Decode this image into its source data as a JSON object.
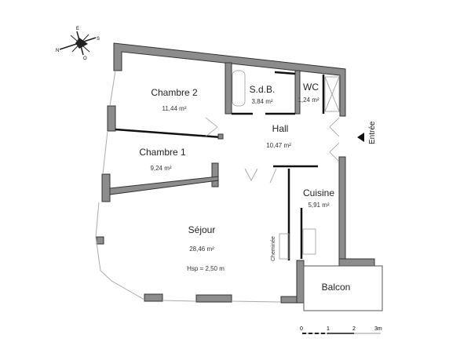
{
  "compass": {
    "north": "N",
    "east": "E",
    "south": "S",
    "west": "O"
  },
  "rooms": [
    {
      "name": "Chambre 2",
      "area": "11,44 m²"
    },
    {
      "name": "S.d.B.",
      "area": "3,84 m²"
    },
    {
      "name": "WC",
      "area": "1,24 m²"
    },
    {
      "name": "Hall",
      "area": "10,47 m²"
    },
    {
      "name": "Chambre 1",
      "area": "9,24 m²"
    },
    {
      "name": "Cuisine",
      "area": "5,91 m²"
    },
    {
      "name": "Séjour",
      "area": "28,46 m²",
      "height": "Hsp = 2,50 m"
    },
    {
      "name": "Balcon"
    }
  ],
  "labels": {
    "entrance": "Entrée",
    "fireplace": "Cheminée"
  },
  "scale": {
    "ticks": [
      "0",
      "1",
      "2",
      "3m"
    ]
  }
}
